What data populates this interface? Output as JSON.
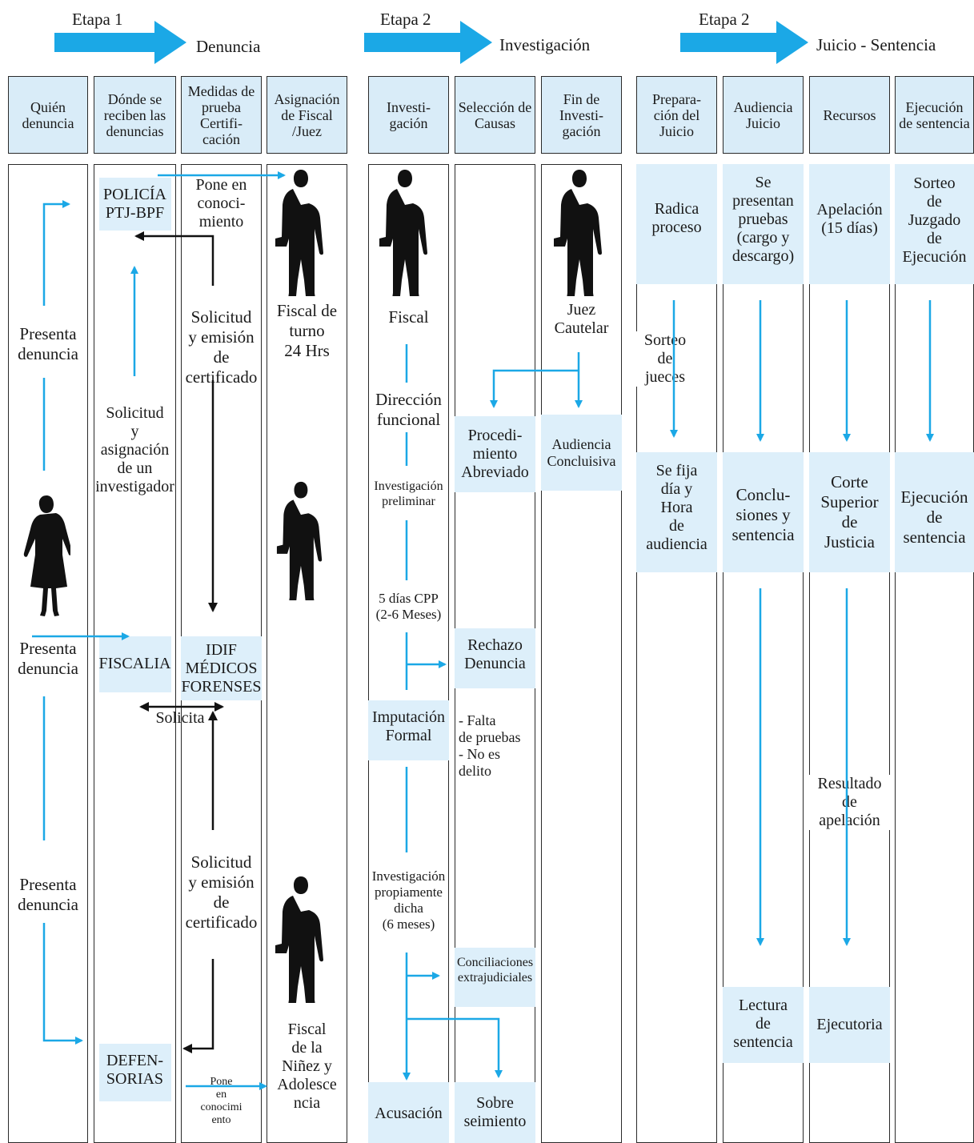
{
  "stages": [
    {
      "label": "Etapa 1",
      "title": "Denuncia"
    },
    {
      "label": "Etapa 2",
      "title": "Investigación"
    },
    {
      "label": "Etapa 2",
      "title": "Juicio - Sentencia"
    }
  ],
  "headers": [
    "Quién\ndenuncia",
    "Dónde se\nreciben las\ndenuncias",
    "Medidas\nde prueba\nCertifi-\ncación",
    "Asignación\nde\nFiscal /Juez",
    "Investi-\ngación",
    "Selección\nde Causas",
    "Fin de\nInvesti-\ngación",
    "Prepara-\nción del\nJuicio",
    "Audiencia\nJuicio",
    "Recursos",
    "Ejecución\nde\nsentencia"
  ],
  "c1": {
    "presenta1": "Presenta\ndenuncia",
    "presenta2": "Presenta\ndenuncia",
    "presenta3": "Presenta\ndenuncia"
  },
  "c2": {
    "policia": "POLICÍA\nPTJ-BPF",
    "solicitud_inv": "Solicitud\ny\nasignación\nde un\ninvestigador",
    "fiscalia": "FISCALIA",
    "solicita": "Solicita",
    "defensorias": "DEFEN-\nSORIAS"
  },
  "c3": {
    "pone1": "Pone en\nconoci-\nmiento",
    "solicitud1": "Solicitud\ny emisión\nde\ncertificado",
    "idif": "IDIF\nMÉDICOS\nFORENSES",
    "solicitud2": "Solicitud\ny emisión\nde\ncertificado",
    "pone2": "Pone\nen\nconocimi\nento"
  },
  "c4": {
    "fiscal_turno": "Fiscal de\nturno\n24 Hrs",
    "fiscal_ninez": "Fiscal\nde la\nNiñez y\nAdolesce\nncia"
  },
  "c5": {
    "fiscal": "Fiscal",
    "direccion": "Dirección\nfuncional",
    "inv_prelim": "Investigación\npreliminar",
    "cinco_dias": "5 días CPP\n(2-6 Meses)",
    "imputacion": "Imputación\nFormal",
    "inv_propia": "Investigación\npropiamente\ndicha\n(6 meses)",
    "acusacion": "Acusación"
  },
  "c6": {
    "procedimiento": "Procedi-\nmiento\nAbreviado",
    "rechazo": "Rechazo\nDenuncia",
    "falta": "- Falta\nde pruebas\n- No es\ndelito",
    "conciliaciones": "Conciliaciones\nextrajudiciales",
    "sobreseimiento": "Sobre\nseimiento"
  },
  "c7": {
    "juez": "Juez\nCautelar",
    "audiencia": "Audiencia\nConcluisiva"
  },
  "c8": {
    "radica": "Radica\nproceso",
    "sorteo": "Sorteo\nde\njueces",
    "se_fija": "Se fija\ndía y\nHora\nde\naudiencia"
  },
  "c9": {
    "se_presentan": "Se\npresentan\npruebas\n(cargo y\ndescargo)",
    "conclusiones": "Conclu-\nsiones y\nsentencia",
    "lectura": "Lectura\nde\nsentencia"
  },
  "c10": {
    "apelacion": "Apelación\n(15 días)",
    "corte": "Corte\nSuperior\nde\nJusticia",
    "resultado": "Resultado\nde\napelación",
    "ejecutoria": "Ejecutoria"
  },
  "c11": {
    "sorteo_juzgado": "Sorteo\nde\nJuzgado\nde\nEjecución",
    "ejecucion": "Ejecución\nde\nsentencia"
  },
  "colors": {
    "accent": "#1ba8e6",
    "box_fill": "#ddeffa",
    "header_fill": "#d9ecf8",
    "line": "#2a2a2a"
  }
}
